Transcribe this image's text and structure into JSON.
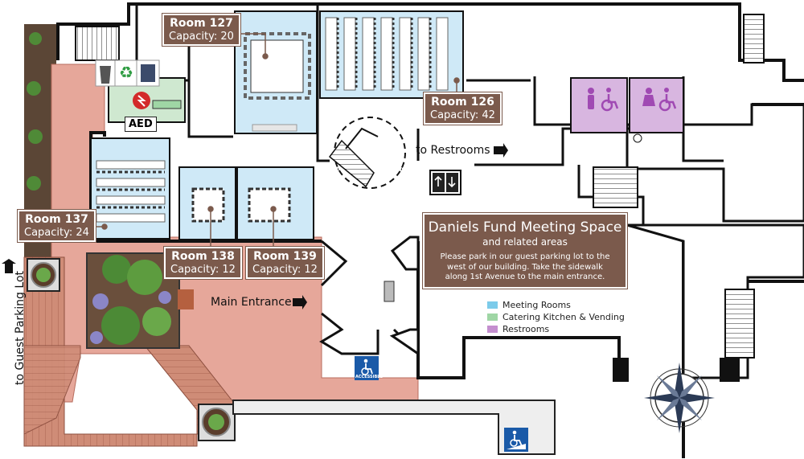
{
  "title": "Daniels Fund Meeting Space",
  "subtitle": "and related areas",
  "note": "Please park in our guest parking lot to the west of our building. Take the sidewalk along 1st Avenue to the main entrance.",
  "rooms": [
    {
      "name": "Room 127",
      "capacity": "Capacity: 20"
    },
    {
      "name": "Room 126",
      "capacity": "Capacity: 42"
    },
    {
      "name": "Room 137",
      "capacity": "Capacity: 24"
    },
    {
      "name": "Room 138",
      "capacity": "Capacity: 12"
    },
    {
      "name": "Room 139",
      "capacity": "Capacity: 12"
    }
  ],
  "directions": {
    "restrooms": "to Restrooms",
    "main_entrance": "Main Entrance",
    "parking": "to Guest Parking Lot"
  },
  "aed": "AED",
  "accessible": "ACCESSIBLE",
  "legend": [
    {
      "label": "Meeting Rooms",
      "color": "#7ccbea"
    },
    {
      "label": "Catering Kitchen & Vending",
      "color": "#9fd6a5"
    },
    {
      "label": "Restrooms",
      "color": "#c48fcf"
    }
  ],
  "colors": {
    "meeting": "#cfe9f7",
    "kitchen": "#cfe8d0",
    "restroom": "#d8b6e0",
    "patio": "#e2a596",
    "deck": "#c9846f",
    "label_bg": "#7b5a4c"
  },
  "icons": [
    "recycle-icon",
    "trash-icon",
    "aed-icon",
    "restroom-icon",
    "wheelchair-icon",
    "elevator-icon",
    "compass-rose-icon"
  ]
}
